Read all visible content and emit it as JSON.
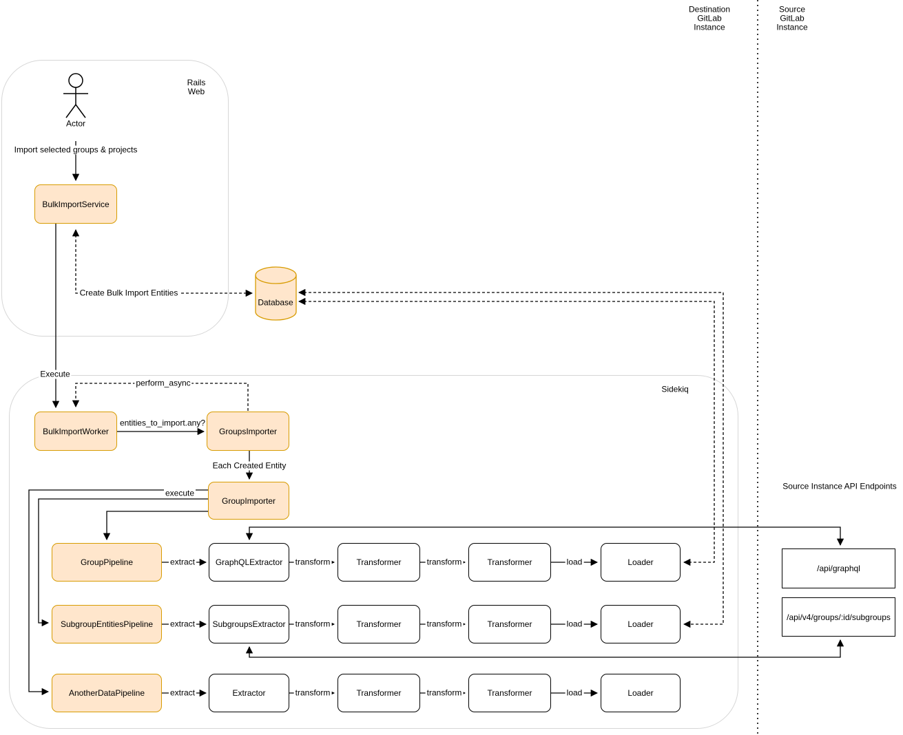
{
  "regions": {
    "destination_label": "Destination\nGitLab\nInstance",
    "source_label": "Source\nGitLab\nInstance",
    "rails_container_label": "Rails\nWeb",
    "sidekiq_container_label": "Sidekiq",
    "api_endpoints_title": "Source Instance API Endpoints"
  },
  "actor": {
    "label": "Actor"
  },
  "nodes": {
    "bulk_import_service": "BulkImportService",
    "bulk_import_worker": "BulkImportWorker",
    "groups_importer": "GroupsImporter",
    "group_importer": "GroupImporter",
    "database": "Database"
  },
  "rows": [
    {
      "pipeline": "GroupPipeline",
      "extractor": "GraphQLExtractor",
      "transformer1": "Transformer",
      "transformer2": "Transformer",
      "loader": "Loader"
    },
    {
      "pipeline": "SubgroupEntitiesPipeline",
      "extractor": "SubgroupsExtractor",
      "transformer1": "Transformer",
      "transformer2": "Transformer",
      "loader": "Loader"
    },
    {
      "pipeline": "AnotherDataPipeline",
      "extractor": "Extractor",
      "transformer1": "Transformer",
      "transformer2": "Transformer",
      "loader": "Loader"
    }
  ],
  "endpoints": [
    "/api/graphql",
    "/api/v4/groups/:id/subgroups"
  ],
  "edge_labels": {
    "import": "Import selected groups & projects",
    "execute": "Execute",
    "create_entities": "Create Bulk Import Entities",
    "perform_async": "perform_async",
    "entities_any": "entities_to_import.any?",
    "each_created": "Each Created Entity",
    "execute_pipeline": "execute",
    "extract": "extract",
    "transform": "transform",
    "load": "load"
  },
  "colors": {
    "accent_fill": "#ffe6cc",
    "accent_stroke": "#d79b00",
    "line": "#000000",
    "container_border": "#d6d6d6"
  }
}
